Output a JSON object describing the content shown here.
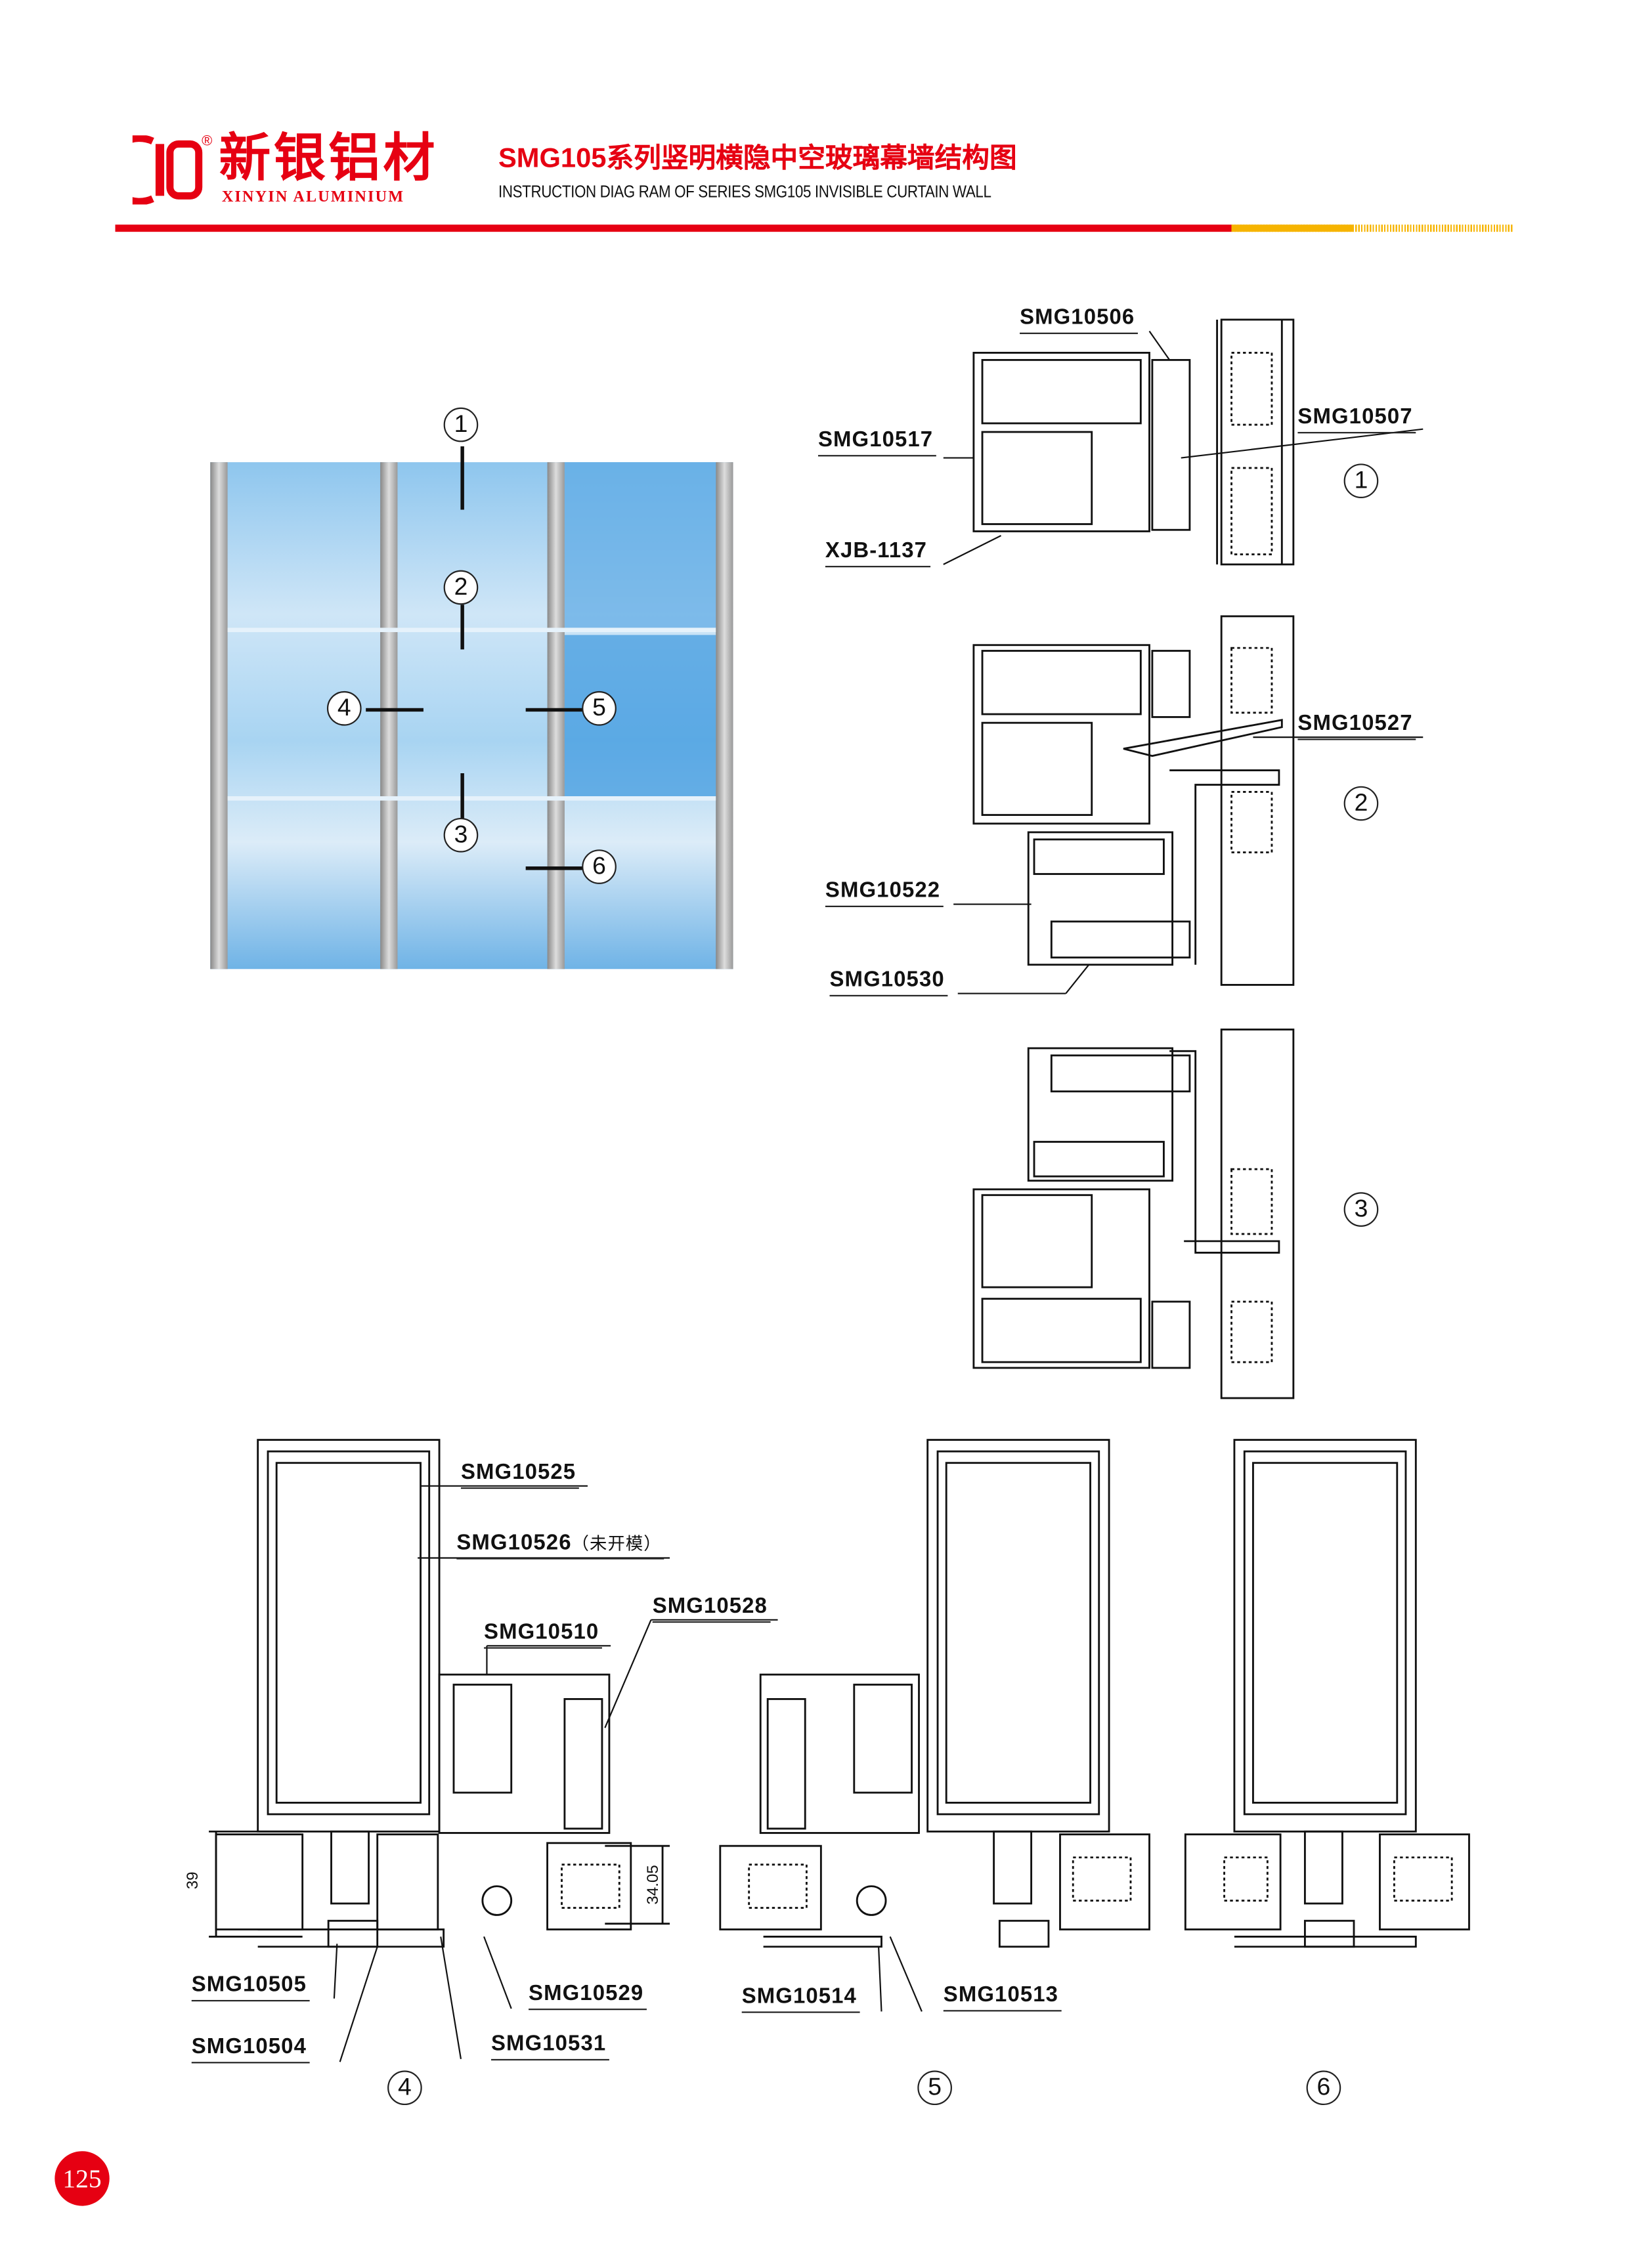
{
  "brand": {
    "name_cn": "新银铝材",
    "name_en": "XINYIN ALUMINIUM",
    "registered": "®"
  },
  "header": {
    "title_cn": "SMG105系列竖明横隐中空玻璃幕墙结构图",
    "title_en": "INSTRUCTION DIAG RAM OF SERIES SMG105 INVISIBLE CURTAIN WALL"
  },
  "colors": {
    "red": "#e60012",
    "yellow": "#f6b400"
  },
  "photo_callouts": [
    "1",
    "2",
    "3",
    "4",
    "5",
    "6"
  ],
  "details": {
    "d1": {
      "number": "1",
      "labels": [
        "SMG10506",
        "SMG10507",
        "SMG10517",
        "XJB-1137"
      ]
    },
    "d2": {
      "number": "2",
      "labels": [
        "SMG10527",
        "SMG10522",
        "SMG10530"
      ]
    },
    "d3": {
      "number": "3"
    },
    "d4": {
      "number": "4",
      "labels": [
        "SMG10525",
        "SMG10526",
        "（未开模）",
        "SMG10510",
        "SMG10528",
        "SMG10505",
        "SMG10504",
        "SMG10529",
        "SMG10531"
      ],
      "dims": [
        "39",
        "34.05"
      ]
    },
    "d5": {
      "number": "5",
      "labels": [
        "SMG10514",
        "SMG10513"
      ]
    },
    "d6": {
      "number": "6"
    }
  },
  "page_number": "125"
}
